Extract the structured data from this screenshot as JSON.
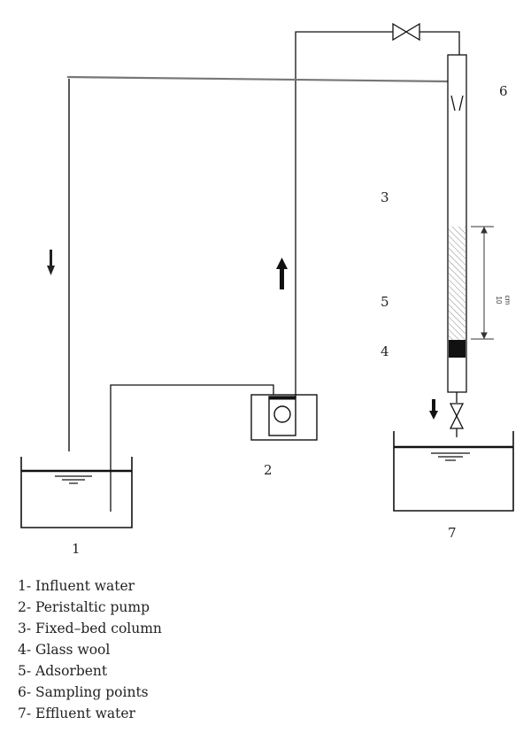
{
  "diagram": {
    "component_numbers": {
      "influent": "1",
      "pump": "2",
      "column": "3",
      "glass_wool": "4",
      "adsorbent": "5",
      "sampling": "6",
      "effluent": "7"
    },
    "scale_label": {
      "value": "10",
      "unit": "cm"
    },
    "legend": [
      "1- Influent water",
      "2- Peristaltic pump",
      "3- Fixed–bed column",
      "4- Glass wool",
      "5- Adsorbent",
      "6- Sampling points",
      "7- Effluent water"
    ]
  }
}
